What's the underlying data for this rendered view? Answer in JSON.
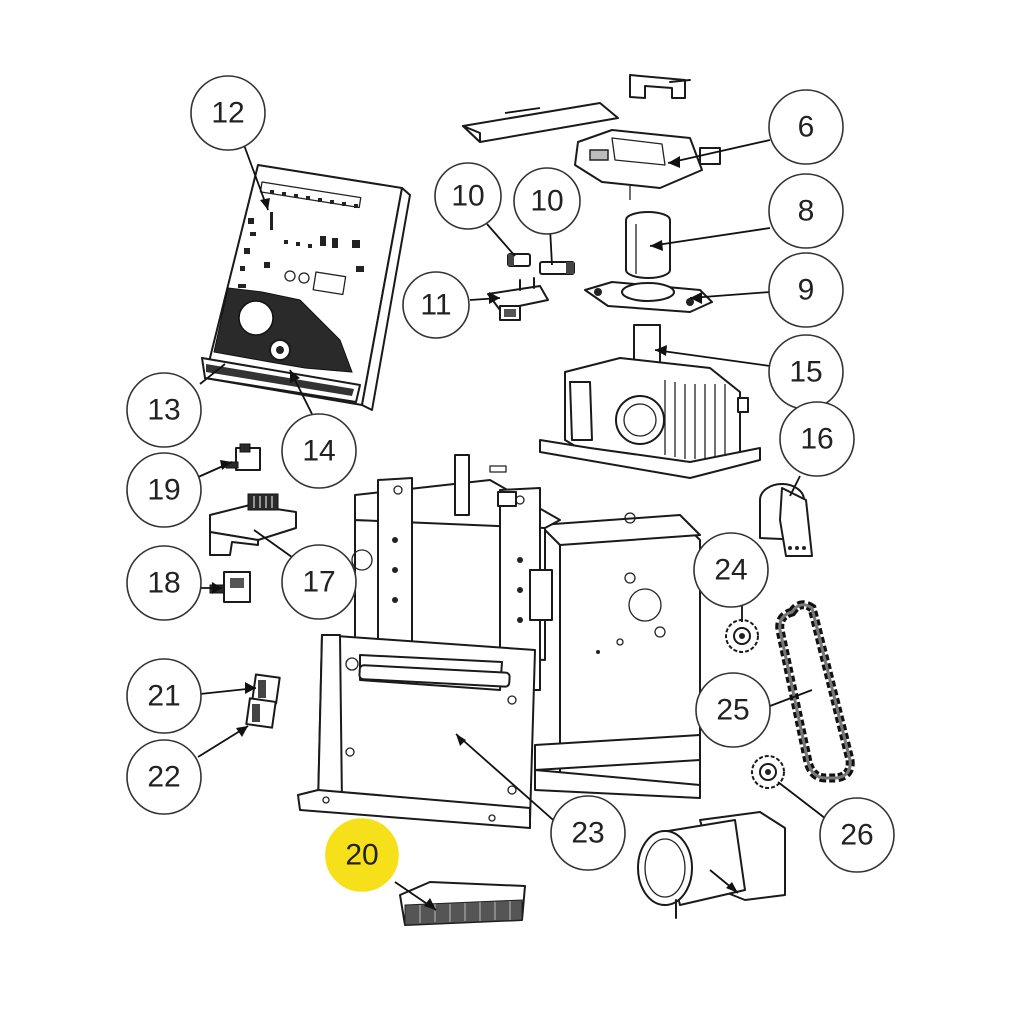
{
  "highlight_color": "#f5e01a",
  "callouts": [
    {
      "id": "c12",
      "label": "12"
    },
    {
      "id": "c6",
      "label": "6"
    },
    {
      "id": "c10a",
      "label": "10"
    },
    {
      "id": "c10b",
      "label": "10"
    },
    {
      "id": "c8",
      "label": "8"
    },
    {
      "id": "c11",
      "label": "11"
    },
    {
      "id": "c9",
      "label": "9"
    },
    {
      "id": "c15",
      "label": "15"
    },
    {
      "id": "c13",
      "label": "13"
    },
    {
      "id": "c14",
      "label": "14"
    },
    {
      "id": "c16",
      "label": "16"
    },
    {
      "id": "c19",
      "label": "19"
    },
    {
      "id": "c17",
      "label": "17"
    },
    {
      "id": "c18",
      "label": "18"
    },
    {
      "id": "c24",
      "label": "24"
    },
    {
      "id": "c21",
      "label": "21"
    },
    {
      "id": "c25",
      "label": "25"
    },
    {
      "id": "c22",
      "label": "22"
    },
    {
      "id": "c26",
      "label": "26"
    },
    {
      "id": "c23",
      "label": "23"
    },
    {
      "id": "c20",
      "label": "20",
      "highlighted": true
    }
  ]
}
